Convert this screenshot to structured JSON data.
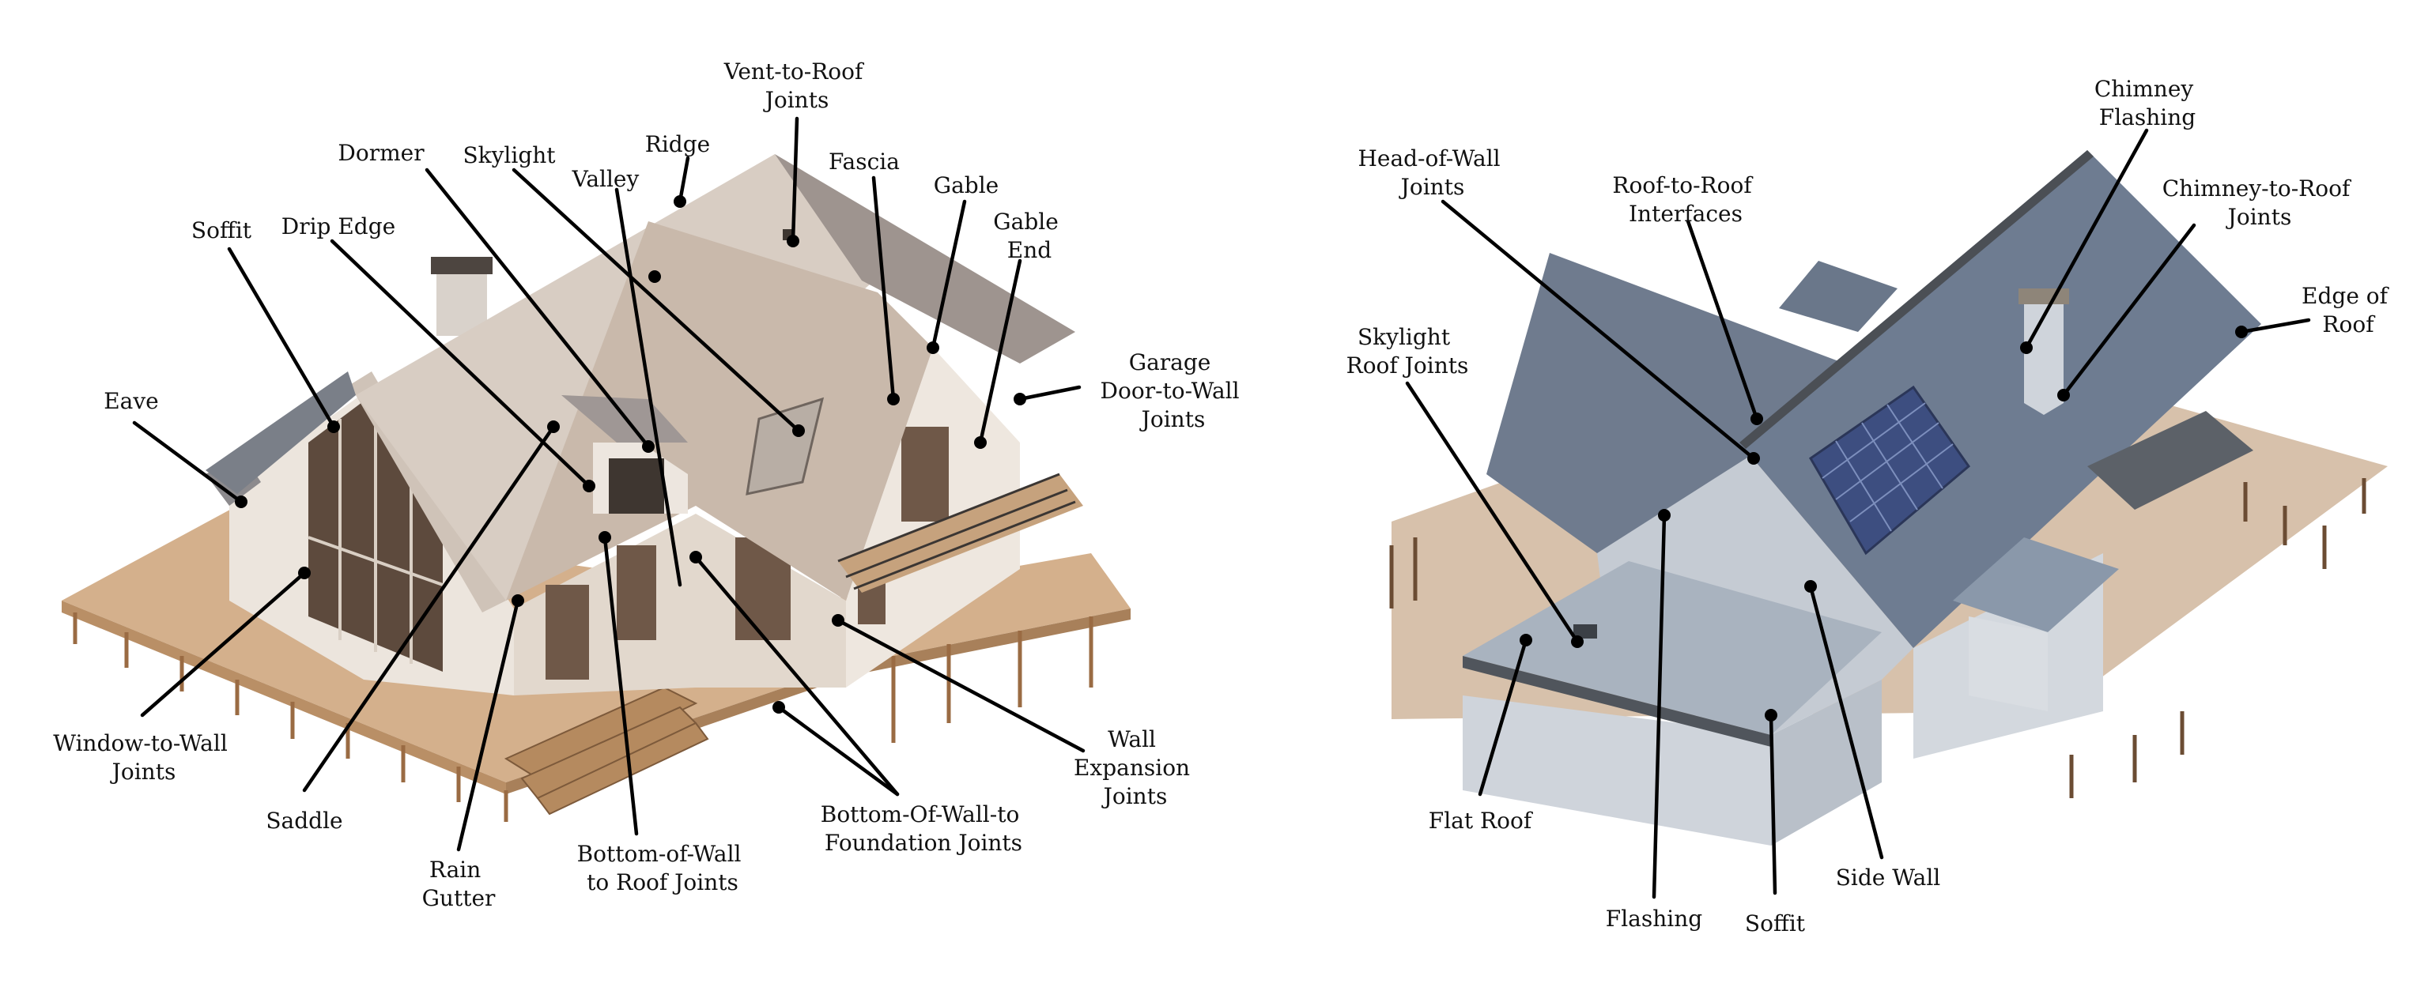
{
  "panels": [
    {
      "name": "left-house",
      "labels": [
        {
          "id": "vent-to-roof",
          "lines": [
            "Vent-to-Roof",
            "Joints"
          ]
        },
        {
          "id": "dormer",
          "lines": [
            "Dormer"
          ]
        },
        {
          "id": "skylight",
          "lines": [
            "Skylight"
          ]
        },
        {
          "id": "ridge",
          "lines": [
            "Ridge"
          ]
        },
        {
          "id": "valley",
          "lines": [
            "Valley"
          ]
        },
        {
          "id": "fascia",
          "lines": [
            "Fascia"
          ]
        },
        {
          "id": "gable",
          "lines": [
            "Gable"
          ]
        },
        {
          "id": "gable-end",
          "lines": [
            "Gable",
            "End"
          ]
        },
        {
          "id": "soffit",
          "lines": [
            "Soffit"
          ]
        },
        {
          "id": "drip-edge",
          "lines": [
            "Drip Edge"
          ]
        },
        {
          "id": "eave",
          "lines": [
            "Eave"
          ]
        },
        {
          "id": "garage-door-to-wall",
          "lines": [
            "Garage",
            "Door-to-Wall",
            "Joints"
          ]
        },
        {
          "id": "window-to-wall",
          "lines": [
            "Window-to-Wall",
            "Joints"
          ]
        },
        {
          "id": "saddle",
          "lines": [
            "Saddle"
          ]
        },
        {
          "id": "rain-gutter",
          "lines": [
            "Rain",
            "Gutter"
          ]
        },
        {
          "id": "bottom-of-wall-roof",
          "lines": [
            "Bottom-of-Wall",
            "to Roof Joints"
          ]
        },
        {
          "id": "bottom-of-wall-foundation",
          "lines": [
            "Bottom-Of-Wall-to",
            "Foundation Joints"
          ]
        },
        {
          "id": "wall-expansion",
          "lines": [
            "Wall",
            "Expansion",
            "Joints"
          ]
        }
      ]
    },
    {
      "name": "right-house",
      "labels": [
        {
          "id": "chimney-flashing",
          "lines": [
            "Chimney",
            "Flashing"
          ]
        },
        {
          "id": "head-of-wall",
          "lines": [
            "Head-of-Wall",
            "Joints"
          ]
        },
        {
          "id": "roof-to-roof",
          "lines": [
            "Roof-to-Roof",
            "Interfaces"
          ]
        },
        {
          "id": "chimney-to-roof",
          "lines": [
            "Chimney-to-Roof",
            "Joints"
          ]
        },
        {
          "id": "edge-of-roof",
          "lines": [
            "Edge of",
            "Roof"
          ]
        },
        {
          "id": "skylight-roof",
          "lines": [
            "Skylight",
            "Roof Joints"
          ]
        },
        {
          "id": "flat-roof",
          "lines": [
            "Flat Roof"
          ]
        },
        {
          "id": "flashing",
          "lines": [
            "Flashing"
          ]
        },
        {
          "id": "soffit-right",
          "lines": [
            "Soffit"
          ]
        },
        {
          "id": "side-wall",
          "lines": [
            "Side Wall"
          ]
        }
      ]
    }
  ]
}
